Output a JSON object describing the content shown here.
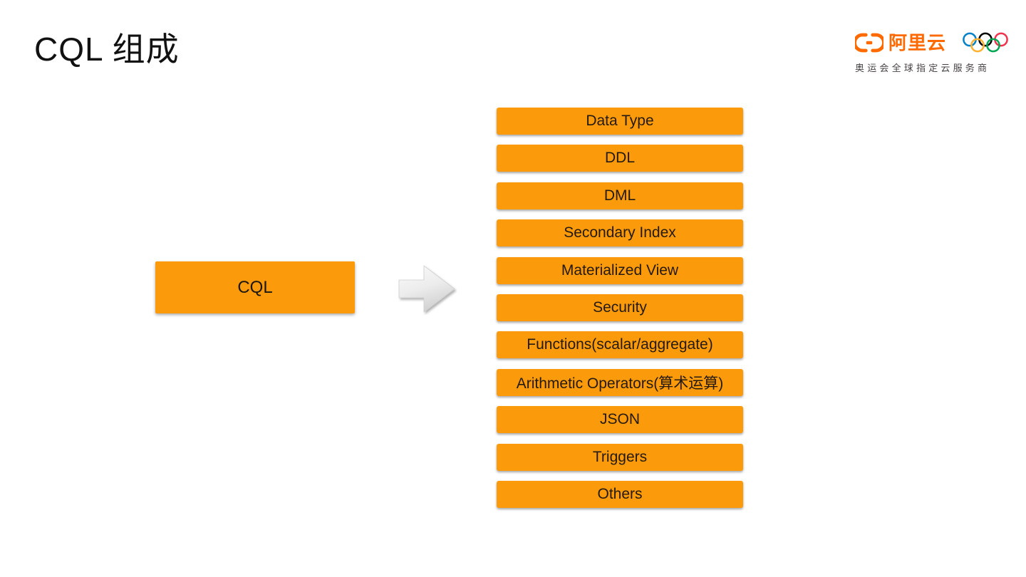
{
  "slide": {
    "title": "CQL 组成"
  },
  "logo": {
    "brand": "阿里云",
    "caption": "奥运会全球指定云服务商",
    "icons": [
      "alibaba-cloud-bracket-icon",
      "olympic-rings-icon"
    ]
  },
  "diagram": {
    "source_label": "CQL",
    "arrow_icon": "right-block-arrow",
    "components": [
      "Data Type",
      "DDL",
      "DML",
      "Secondary Index",
      "Materialized View",
      "Security",
      "Functions(scalar/aggregate)",
      "Arithmetic Operators(算术运算)",
      "JSON",
      "Triggers",
      "Others"
    ]
  },
  "colors": {
    "bar_orange": "#FB9A0B",
    "logo_orange": "#FF6A00",
    "ring_blue": "#0081C8",
    "ring_black": "#000000",
    "ring_red": "#EE334E",
    "ring_yellow": "#FCB131",
    "ring_green": "#00A651"
  }
}
